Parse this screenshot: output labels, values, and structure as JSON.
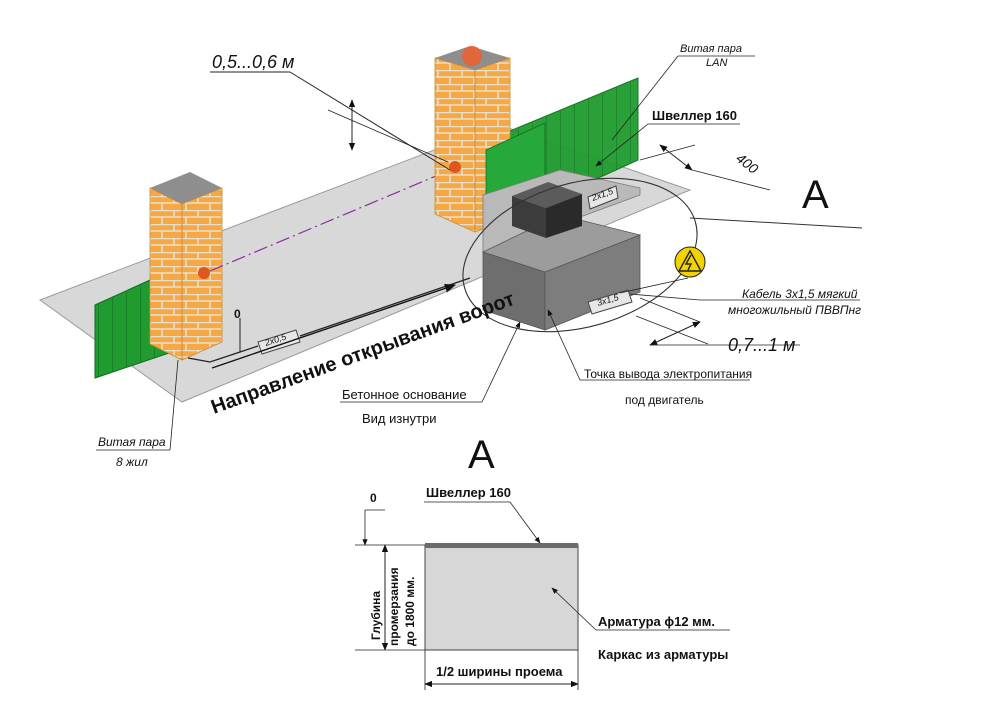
{
  "diagram": {
    "labels": {
      "height_gap": "0,5...0,6 м",
      "twisted_pair_lan_line1": "Витая пара",
      "twisted_pair_lan_line2": "LAN",
      "channel_top": "Швеллер 160",
      "dim_400": "400",
      "section_marker": "A",
      "cable_line1": "Кабель 3х1,5 мягкий",
      "cable_line2": "многожильный ПВВПнг",
      "dim_07_1": "0,7...1 м",
      "power_point_line1": "Точка вывода электропитания",
      "power_point_line2": "под двигатель",
      "concrete_base": "Бетонное основание",
      "inside_view": "Вид изнутри",
      "opening_direction": "Направление открывания ворот",
      "zero_mark": "0",
      "cable_2x05": "2х0,5",
      "cable_2x15": "2х1,5",
      "cable_3x15": "3х1,5",
      "twisted_pair_8_line1": "Витая пара",
      "twisted_pair_8_line2": "8 жил"
    },
    "section": {
      "title": "A",
      "zero_mark": "0",
      "channel": "Швеллер 160",
      "depth_line1": "Глубина",
      "depth_line2": "промерзания",
      "depth_line3": "до 1800 мм.",
      "rebar": "Арматура ϕ12 мм.",
      "frame": "Каркас из арматуры",
      "width": "1/2 ширины проема"
    },
    "colors": {
      "brick": "#f4a442",
      "gate_green": "#1e9b2e",
      "ground": "#d9d9d9",
      "concrete": "#7b7b7b",
      "warning": "#f2d200"
    }
  }
}
